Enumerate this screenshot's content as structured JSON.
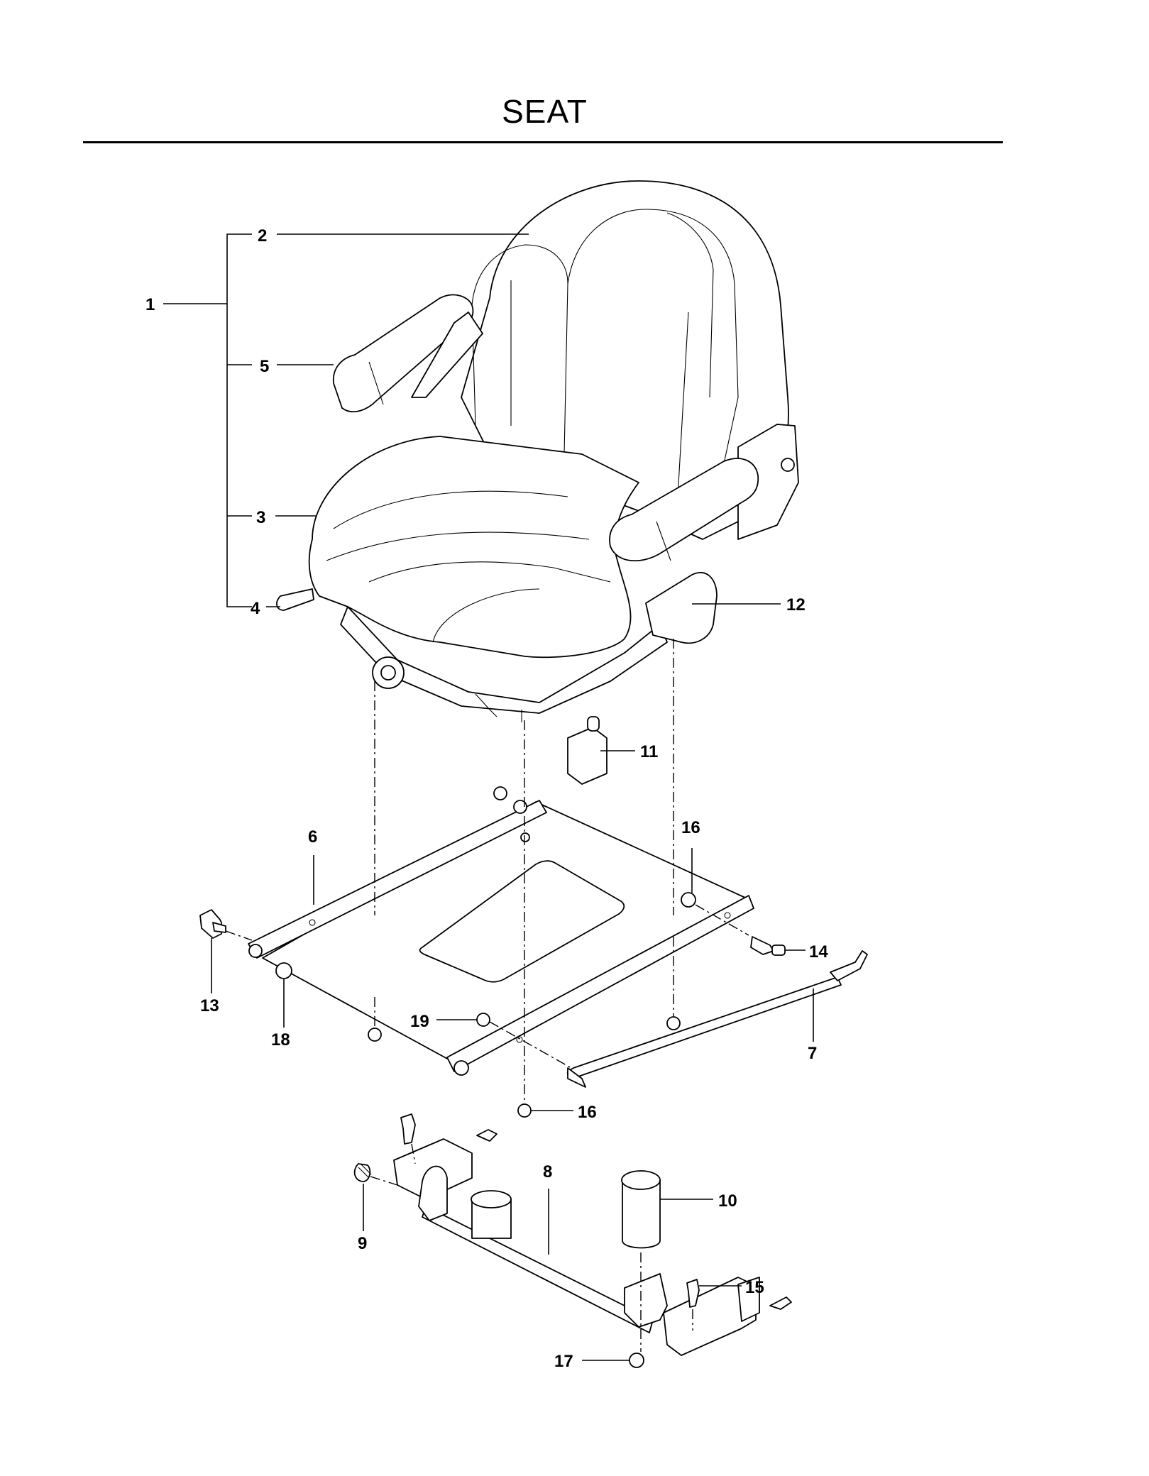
{
  "title": "SEAT",
  "callouts": [
    {
      "id": "c1",
      "label": "1"
    },
    {
      "id": "c2",
      "label": "2"
    },
    {
      "id": "c3",
      "label": "3"
    },
    {
      "id": "c4",
      "label": "4"
    },
    {
      "id": "c5",
      "label": "5"
    },
    {
      "id": "c6",
      "label": "6"
    },
    {
      "id": "c7",
      "label": "7"
    },
    {
      "id": "c8",
      "label": "8"
    },
    {
      "id": "c9",
      "label": "9"
    },
    {
      "id": "c10",
      "label": "10"
    },
    {
      "id": "c11",
      "label": "11"
    },
    {
      "id": "c12",
      "label": "12"
    },
    {
      "id": "c13",
      "label": "13"
    },
    {
      "id": "c14",
      "label": "14"
    },
    {
      "id": "c15",
      "label": "15"
    },
    {
      "id": "c16a",
      "label": "16"
    },
    {
      "id": "c16b",
      "label": "16"
    },
    {
      "id": "c17",
      "label": "17"
    },
    {
      "id": "c18",
      "label": "18"
    },
    {
      "id": "c19",
      "label": "19"
    }
  ]
}
